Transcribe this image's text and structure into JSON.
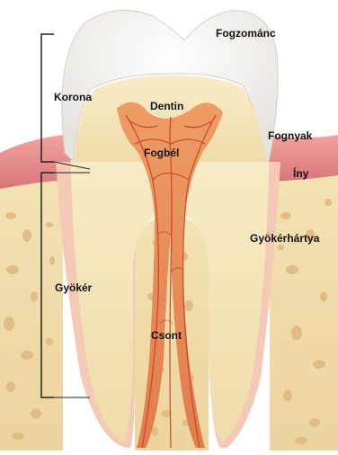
{
  "labels": {
    "enamel": "Fogzománc",
    "crown": "Korona",
    "dentin": "Dentin",
    "pulp": "Fogbél",
    "gingiva_margin": "Fognyak",
    "gum": "Íny",
    "periodontium": "Gyökérhártya",
    "root": "Gyökér",
    "bone": "Csont"
  },
  "colors": {
    "enamel": "#f7f4ee",
    "dentin": "#f4e3b8",
    "pulp": "#e8905a",
    "nerve": "#c8432a",
    "gum": "#e48a8a",
    "bone": "#efd9a8",
    "bone_pore": "#e2c188"
  }
}
